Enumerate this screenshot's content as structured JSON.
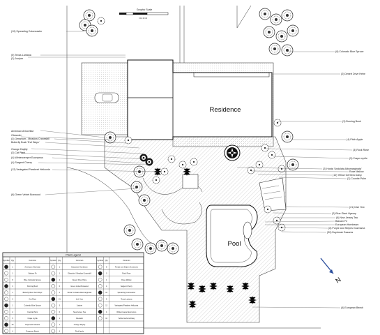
{
  "title": "Residence",
  "pool_label": "Pool",
  "graphic_scale_label": "Graphic Scale",
  "scale_numbers": "0    10    20    40",
  "compass_mark": "N",
  "left_labels": [
    "(10) Spreading Cotoneaster",
    "(5) Texas Lantana",
    "(3) Juniper",
    "American Arborvitae",
    "Oleander",
    "(3) Geranium - Meadow Cranesbill",
    "Butterfly Bush 'Evil Ways'",
    "Orange Daylily",
    "(3) Cat Plant",
    "(4) Wintercreeper Euonymus",
    "(4) Sargent Cherry",
    "(12) Variegated Parakeet Heliconia",
    "(6) Green Velvet Boxwood"
  ],
  "right_labels": [
    "(8) Colorado Blue Spruce",
    "(2) Desert Drive Hebe",
    "(3) Burning Bush",
    "(4) Pitch Apple",
    "(3) Rock Rose",
    "(5) Crape myrtle",
    "(2) Hosta 'Undulata Albomarginata'",
    "Rose Mallow",
    "(10) Yellow Gerbera Daisy",
    "(2) Coontie Palm",
    "(21) Irish Yew",
    "(2) Blue Giant Hyssop",
    "(6) New Jersey Tea",
    "Balsam Fir",
    "European Hornbeam",
    "(8) Purple and Stripes Guzmania",
    "(30) Daybreak Gazania",
    "(4) European Beech"
  ],
  "legend": {
    "title": "Plant Legend",
    "col_headers": [
      "Symbol",
      "Qty",
      "Common"
    ],
    "rows": [
      [
        "1",
        "American Arborvitae",
        "1",
        "European Hornbeam",
        "8",
        "Purple and Stripes Guzmania"
      ],
      [
        "1",
        "Balsam Fir",
        "1",
        "Oleander / Meadow Cranesbill",
        "3",
        "Rock Rose"
      ],
      [
        "8",
        "Blue Colorado Spruce",
        "2",
        "Desert Drive Hebe",
        "1",
        "Rose Mallow"
      ],
      [
        "3",
        "Burning Bush",
        "6",
        "Green Velvet Boxwood",
        "4",
        "Sargent Cherry"
      ],
      [
        "1",
        "Butterfly Bush 'Evil Ways'",
        "2",
        "Hosta 'Undulata Albomarginata'",
        "10",
        "Spreading Cotoneaster"
      ],
      [
        "3",
        "Cat Plant",
        "21",
        "Irish Yew",
        "5",
        "Texas Lantana"
      ],
      [
        "1",
        "Colorado Blue Spruce",
        "3",
        "Juniper",
        "12",
        "Variegated Parakeet Heliconia"
      ],
      [
        "2",
        "Coontie Palm",
        "6",
        "New Jersey Tea",
        "4",
        "Wintercreeper Euonymus"
      ],
      [
        "5",
        "Crape myrtle",
        "1",
        "Oleander",
        "10",
        "Yellow Gerbera Daisy"
      ],
      [
        "30",
        "Daybreak Gazania",
        "1",
        "Orange Daylily",
        "",
        ""
      ],
      [
        "4",
        "European Beech",
        "4",
        "Pitch Apple",
        "",
        ""
      ]
    ]
  }
}
